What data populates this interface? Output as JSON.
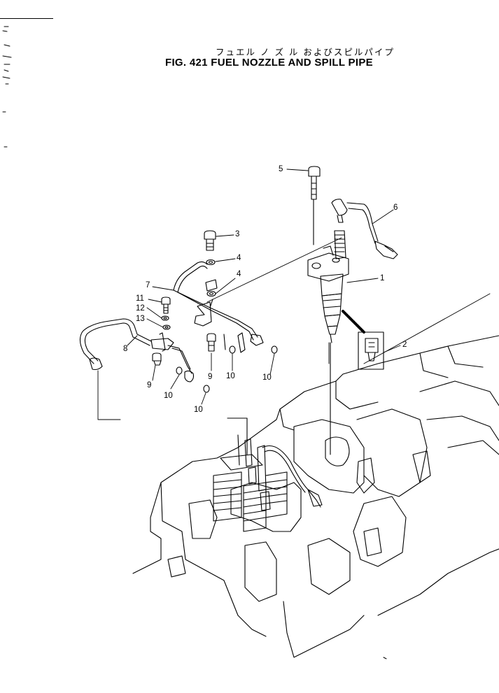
{
  "figure": {
    "title_jp": "フュエル ノ ズ ル およびスピルパイプ",
    "title_en": "FIG. 421  FUEL NOZZLE AND SPILL PIPE"
  },
  "callouts": [
    {
      "id": "c1",
      "label": "1"
    },
    {
      "id": "c2",
      "label": "2"
    },
    {
      "id": "c3",
      "label": "3"
    },
    {
      "id": "c4a",
      "label": "4"
    },
    {
      "id": "c4b",
      "label": "4"
    },
    {
      "id": "c5",
      "label": "5"
    },
    {
      "id": "c6",
      "label": "6"
    },
    {
      "id": "c7",
      "label": "7"
    },
    {
      "id": "c8",
      "label": "8"
    },
    {
      "id": "c9a",
      "label": "9"
    },
    {
      "id": "c9b",
      "label": "9"
    },
    {
      "id": "c10a",
      "label": "10"
    },
    {
      "id": "c10b",
      "label": "10"
    },
    {
      "id": "c10c",
      "label": "10"
    },
    {
      "id": "c10d",
      "label": "10"
    },
    {
      "id": "c11",
      "label": "11"
    },
    {
      "id": "c12",
      "label": "12"
    },
    {
      "id": "c13",
      "label": "13"
    }
  ]
}
